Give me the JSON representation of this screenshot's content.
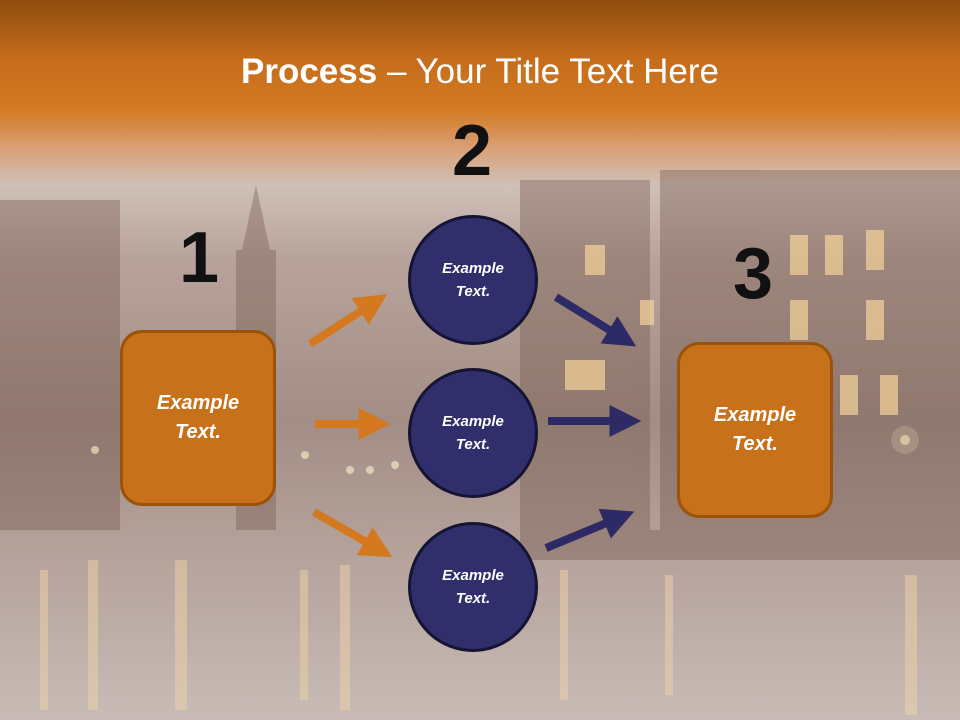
{
  "title": {
    "bold": "Process",
    "rest": " – Your Title Text Here"
  },
  "numbers": {
    "n1": "1",
    "n2": "2",
    "n3": "3"
  },
  "step1": {
    "line1": "Example",
    "line2": "Text."
  },
  "step2": [
    {
      "line1": "Example",
      "line2": "Text."
    },
    {
      "line1": "Example",
      "line2": "Text."
    },
    {
      "line1": "Example",
      "line2": "Text."
    }
  ],
  "step3": {
    "line1": "Example",
    "line2": "Text."
  },
  "colors": {
    "orange": "#c7711a",
    "navy": "#302f6b",
    "arrow_orange": "#d4791f",
    "arrow_navy": "#2d2a66"
  }
}
